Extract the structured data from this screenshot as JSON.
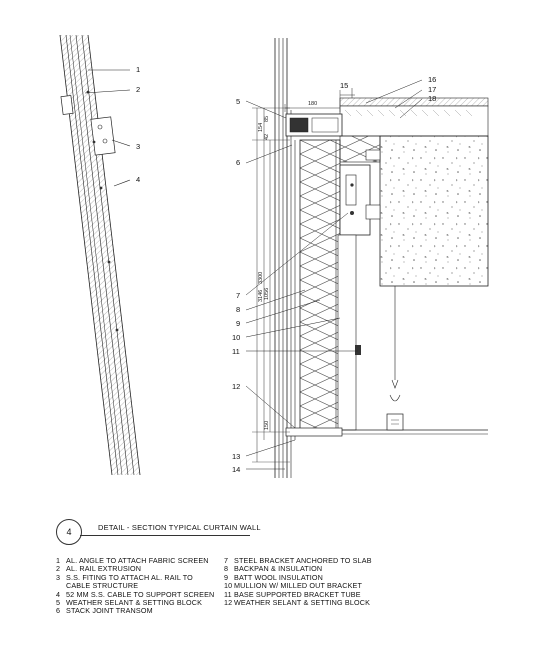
{
  "detail": {
    "number": "4",
    "title": "DETAIL - SECTION TYPICAL CURTAIN WALL"
  },
  "callouts_left": [
    "1",
    "2",
    "3",
    "4"
  ],
  "callouts_right": [
    "5",
    "6",
    "7",
    "8",
    "9",
    "10",
    "11",
    "12",
    "13",
    "14",
    "15",
    "16",
    "17",
    "18"
  ],
  "dimensions": {
    "top_width": "180",
    "top_a": "154",
    "top_b": "85",
    "top_c": "42",
    "vertical_a": "3300",
    "vertical_b": "3146",
    "vertical_c": "1056",
    "bottom": "150"
  },
  "legend_left": [
    {
      "num": "1",
      "text": "AL. ANGLE TO ATTACH FABRIC SCREEN"
    },
    {
      "num": "2",
      "text": "AL. RAIL EXTRUSION"
    },
    {
      "num": "3",
      "text": "S.S. FITING TO ATTACH AL. RAIL TO"
    },
    {
      "num": "",
      "text": "CABLE STRUCTURE"
    },
    {
      "num": "4",
      "text": "52 MM S.S. CABLE TO SUPPORT SCREEN"
    },
    {
      "num": "5",
      "text": "WEATHER SELANT & SETTING BLOCK"
    },
    {
      "num": "6",
      "text": "STACK JOINT TRANSOM"
    }
  ],
  "legend_right": [
    {
      "num": "7",
      "text": "STEEL BRACKET ANCHORED TO SLAB"
    },
    {
      "num": "8",
      "text": "BACKPAN & INSULATION"
    },
    {
      "num": "9",
      "text": "BATT WOOL INSULATION"
    },
    {
      "num": "10",
      "text": "MULLION W/ MILLED OUT BRACKET"
    },
    {
      "num": "11",
      "text": "BASE SUPPORTED BRACKET TUBE"
    },
    {
      "num": "12",
      "text": "WEATHER SELANT & SETTING BLOCK"
    }
  ]
}
